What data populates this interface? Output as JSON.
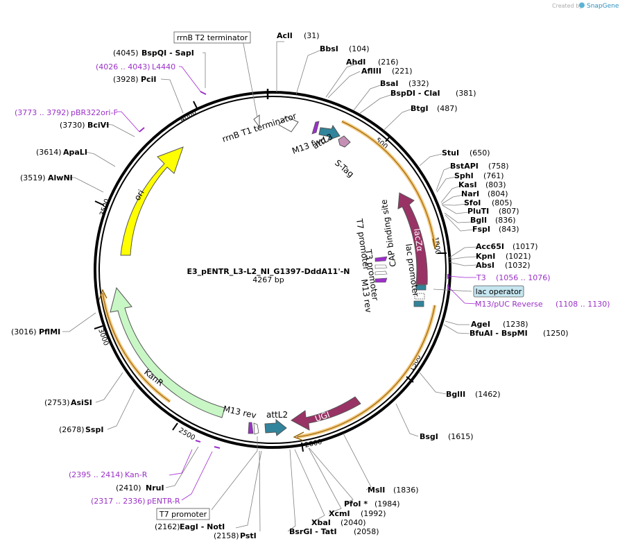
{
  "watermark": "Created by",
  "brand": "SnapGene",
  "plasmid": {
    "name": "E3_pENTR_L3-L2_NI_G1397-DddA11'-N",
    "size": "4267 bp"
  },
  "ticks": [
    "500",
    "1000",
    "1500",
    "2000",
    "2500",
    "3000",
    "3500",
    "4000"
  ],
  "sites": [
    {
      "name": "AclI",
      "pos": "(31)"
    },
    {
      "name": "BbsI",
      "pos": "(104)"
    },
    {
      "name": "AhdI",
      "pos": "(216)"
    },
    {
      "name": "AflIII",
      "pos": "(221)"
    },
    {
      "name": "BsaI",
      "pos": "(332)"
    },
    {
      "name": "BspDI - ClaI",
      "pos": "(381)"
    },
    {
      "name": "BtgI",
      "pos": "(487)"
    },
    {
      "name": "StuI",
      "pos": "(650)"
    },
    {
      "name": "BstAPI",
      "pos": "(758)"
    },
    {
      "name": "SphI",
      "pos": "(761)"
    },
    {
      "name": "KasI",
      "pos": "(803)"
    },
    {
      "name": "NarI",
      "pos": "(804)"
    },
    {
      "name": "SfoI",
      "pos": "(805)"
    },
    {
      "name": "PluTI",
      "pos": "(807)"
    },
    {
      "name": "BglI",
      "pos": "(836)"
    },
    {
      "name": "FspI",
      "pos": "(843)"
    },
    {
      "name": "Acc65I",
      "pos": "(1017)"
    },
    {
      "name": "KpnI",
      "pos": "(1021)"
    },
    {
      "name": "AbsI",
      "pos": "(1032)"
    },
    {
      "name": "AgeI",
      "pos": "(1238)"
    },
    {
      "name": "BfuAI - BspMI",
      "pos": "(1250)"
    },
    {
      "name": "BglII",
      "pos": "(1462)"
    },
    {
      "name": "BsgI",
      "pos": "(1615)"
    },
    {
      "name": "MslI",
      "pos": "(1836)"
    },
    {
      "name": "PfoI *",
      "pos": "(1984)"
    },
    {
      "name": "XcmI",
      "pos": "(1992)"
    },
    {
      "name": "XbaI",
      "pos": "(2040)"
    },
    {
      "name": "BsrGI - TatI",
      "pos": "(2058)"
    },
    {
      "name": "EagI - NotI",
      "pos": "(2162)"
    },
    {
      "name": "PstI",
      "pos": "(2158)"
    },
    {
      "name": "NruI",
      "pos": "(2410)"
    },
    {
      "name": "SspI",
      "pos": "(2678)"
    },
    {
      "name": "AsiSI",
      "pos": "(2753)"
    },
    {
      "name": "PflMI",
      "pos": "(3016)"
    },
    {
      "name": "AlwNI",
      "pos": "(3519)"
    },
    {
      "name": "ApaLI",
      "pos": "(3614)"
    },
    {
      "name": "BciVI",
      "pos": "(3730)"
    },
    {
      "name": "PciI",
      "pos": "(3928)"
    },
    {
      "name": "BspQI - SapI",
      "pos": "(4045)"
    }
  ],
  "primers": [
    {
      "name": "L4440",
      "pos": "(4026 .. 4043)"
    },
    {
      "name": "pBR322ori-F",
      "pos": "(3773 .. 3792)"
    },
    {
      "name": "T3",
      "pos": "(1056 .. 1076)"
    },
    {
      "name": "M13/pUC Reverse",
      "pos": "(1108 .. 1130)"
    },
    {
      "name": "Kan-R",
      "pos": "(2395 .. 2414)"
    },
    {
      "name": "pENTR-R",
      "pos": "(2317 .. 2336)"
    }
  ],
  "boxed": {
    "rrnB_T2": "rrnB T2 terminator",
    "lac_operator": "lac operator",
    "T7_promoter": "T7 promoter"
  },
  "features": {
    "rrnB_T1": "rrnB T1 terminator",
    "attL3": "attL3",
    "M13_fwd": "M13 fwd",
    "S_Tag": "S-Tag",
    "lacZa": "lacZα",
    "lac_promoter": "lac promoter",
    "CAP_site": "CAP binding site",
    "T7_promoter_inner": "T7 promoter",
    "T3_promoter": "T3 promoter",
    "M13_rev_inner": "M13 rev",
    "UGI": "UGI",
    "M13_rev": "M13 rev",
    "attL2": "attL2",
    "KanR": "KanR",
    "ori": "ori"
  },
  "colors": {
    "ori": "#ffff00",
    "KanR": "#c8f7c5",
    "lacZa": "#993366",
    "UGI": "#993366",
    "att": "#31849b",
    "primer": "#9b30c8",
    "orf_glow": "#f4c77a"
  }
}
